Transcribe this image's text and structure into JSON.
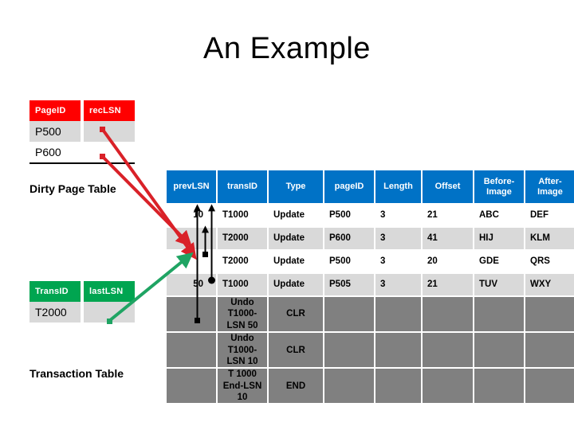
{
  "slide": {
    "title": "An Example"
  },
  "dirty_page_table": {
    "caption": "Dirty Page Table",
    "header_color": "#FF0000",
    "columns": [
      "PageID",
      "recLSN"
    ],
    "rows": [
      {
        "pageid": "P500",
        "reclsn": ""
      },
      {
        "pageid": "P600",
        "reclsn": ""
      }
    ]
  },
  "transaction_table": {
    "caption": "Transaction Table",
    "header_color": "#00A550",
    "columns": [
      "TransID",
      "lastLSN"
    ],
    "rows": [
      {
        "transid": "T2000",
        "lastlsn": ""
      }
    ]
  },
  "log_table": {
    "header_color": "#0072C6",
    "columns": [
      "prevLSN",
      "transID",
      "Type",
      "pageID",
      "Length",
      "Offset",
      "Before-Image",
      "After-Image"
    ],
    "rows": [
      {
        "prevlsn": "10",
        "transid": "T1000",
        "type": "Update",
        "pageid": "P500",
        "length": "3",
        "offset": "21",
        "before": "ABC",
        "after": "DEF",
        "band": "white"
      },
      {
        "prevlsn": "",
        "transid": "T2000",
        "type": "Update",
        "pageid": "P600",
        "length": "3",
        "offset": "41",
        "before": "HIJ",
        "after": "KLM",
        "band": "light"
      },
      {
        "prevlsn": "",
        "transid": "T2000",
        "type": "Update",
        "pageid": "P500",
        "length": "3",
        "offset": "20",
        "before": "GDE",
        "after": "QRS",
        "band": "white"
      },
      {
        "prevlsn": "50",
        "transid": "T1000",
        "type": "Update",
        "pageid": "P505",
        "length": "3",
        "offset": "21",
        "before": "TUV",
        "after": "WXY",
        "band": "light"
      },
      {
        "prevlsn": "",
        "transid": "Undo T1000-LSN 50",
        "type": "CLR",
        "pageid": "",
        "length": "",
        "offset": "",
        "before": "",
        "after": "",
        "band": "dark"
      },
      {
        "prevlsn": "",
        "transid": "Undo T1000-LSN 10",
        "type": "CLR",
        "pageid": "",
        "length": "",
        "offset": "",
        "before": "",
        "after": "",
        "band": "dark"
      },
      {
        "prevlsn": "",
        "transid": "T 1000 End-LSN 10",
        "type": "END",
        "pageid": "",
        "length": "",
        "offset": "",
        "before": "",
        "after": "",
        "band": "dark"
      }
    ]
  },
  "annotations": {
    "red_color": "#D92128",
    "green_color": "#1FA463",
    "black_color": "#000000",
    "red_arrows": [
      {
        "from": "dirty-page-table P500 recLSN cell",
        "to": "log row 3 prevLSN"
      },
      {
        "from": "dirty-page-table P600 recLSN cell",
        "to": "log row 2 prevLSN"
      }
    ],
    "green_arrows": [
      {
        "from": "transaction-table T2000 lastLSN cell",
        "to": "log row 3 prevLSN"
      }
    ],
    "black_arrows": [
      {
        "from": "log row 5 prevLSN",
        "to": "log row 1 prevLSN"
      },
      {
        "from": "log row 3 prevLSN",
        "to": "log row 2 prevLSN"
      },
      {
        "from": "log row 4 prevLSN",
        "to": "log row 1 prevLSN"
      }
    ]
  }
}
